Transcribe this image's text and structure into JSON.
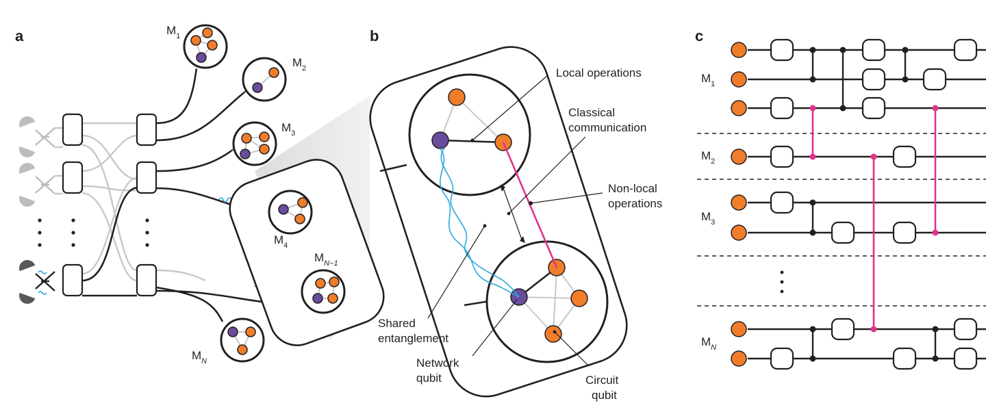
{
  "panels": {
    "a": "a",
    "b": "b",
    "c": "c"
  },
  "panel_a": {
    "modules": [
      {
        "letter": "M",
        "sub": "1"
      },
      {
        "letter": "M",
        "sub": "2"
      },
      {
        "letter": "M",
        "sub": "3"
      },
      {
        "letter": "M",
        "sub": "4"
      },
      {
        "letter": "M",
        "sub": "N−1"
      },
      {
        "letter": "M",
        "sub": "N"
      }
    ]
  },
  "panel_b": {
    "labels": {
      "local_operations": "Local operations",
      "classical_1": "Classical",
      "classical_2": "communication",
      "nonlocal_1": "Non-local",
      "nonlocal_2": "operations",
      "shared_1": "Shared",
      "shared_2": "entanglement",
      "network_1": "Network",
      "network_2": "qubit",
      "circuit_1": "Circuit",
      "circuit_2": "qubit"
    }
  },
  "panel_c": {
    "groups": [
      {
        "letter": "M",
        "sub": "1"
      },
      {
        "letter": "M",
        "sub": "2"
      },
      {
        "letter": "M",
        "sub": "3"
      },
      {
        "letter": "M",
        "sub": "N"
      }
    ]
  },
  "colors": {
    "circuit_qubit": "#f07d2a",
    "network_qubit": "#6a4c9c",
    "non_local_link": "#e0338a",
    "entanglement": "#29a8df"
  }
}
